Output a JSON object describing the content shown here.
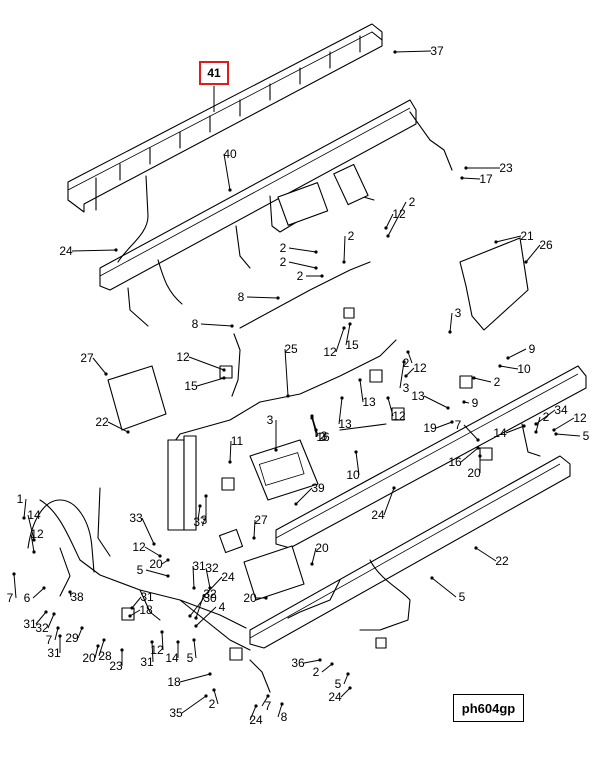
{
  "diagram": {
    "drawing_code": "ph604gp",
    "highlighted_callout": "41",
    "highlight_color": "#e01b1b",
    "callouts": [
      "37",
      "40",
      "23",
      "17",
      "24",
      "2",
      "2",
      "2",
      "2",
      "21",
      "26",
      "8",
      "8",
      "3",
      "12",
      "15",
      "12",
      "15",
      "25",
      "27",
      "22",
      "3",
      "13",
      "13",
      "12",
      "12",
      "13",
      "3",
      "9",
      "2",
      "9",
      "10",
      "19",
      "34",
      "3",
      "16",
      "11",
      "10",
      "7",
      "5",
      "12",
      "16",
      "20",
      "1",
      "14",
      "12",
      "37",
      "39",
      "24",
      "33",
      "27",
      "20",
      "12",
      "20",
      "5",
      "31",
      "32",
      "24",
      "6",
      "7",
      "31",
      "30",
      "31",
      "18",
      "32",
      "38",
      "22",
      "20",
      "7",
      "29",
      "28",
      "20",
      "31",
      "12",
      "14",
      "5",
      "31",
      "32",
      "4",
      "23",
      "18",
      "2",
      "5",
      "36",
      "35",
      "2",
      "7",
      "8",
      "24",
      "24",
      "5",
      "2",
      "14",
      "3",
      "2",
      "2",
      "12",
      "2"
    ]
  }
}
